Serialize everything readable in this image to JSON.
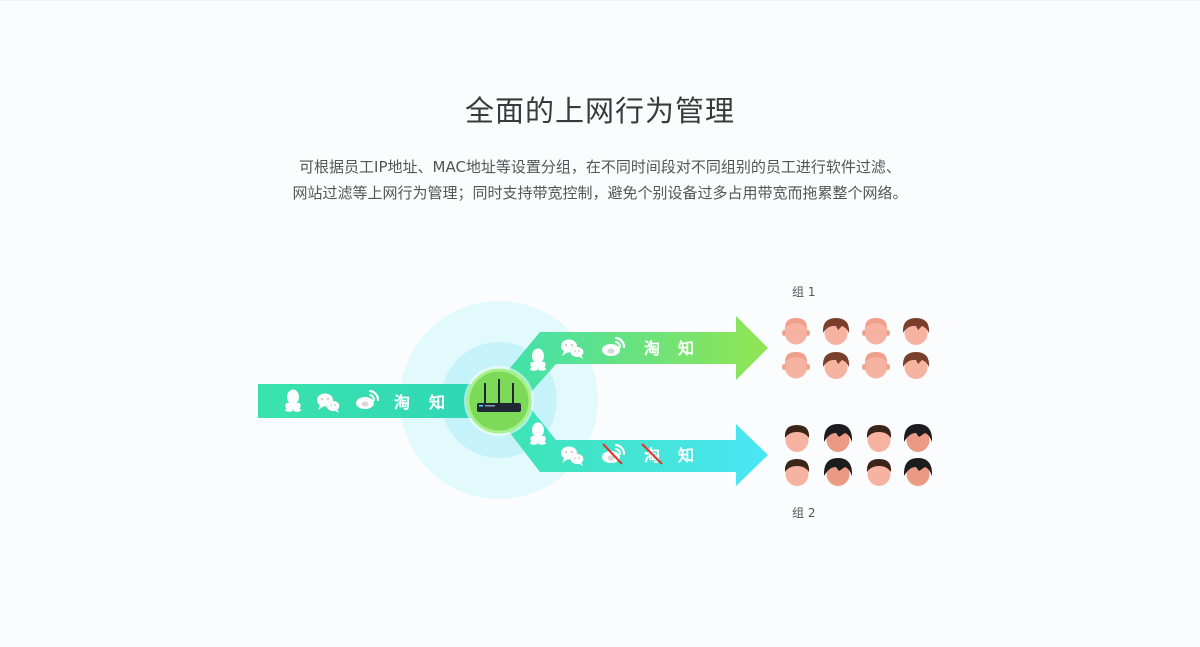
{
  "title": "全面的上网行为管理",
  "description": {
    "line1": "可根据员工IP地址、MAC地址等设置分组，在不同时间段对不同组别的员工进行软件过滤、",
    "line2": "网站过滤等上网行为管理；同时支持带宽控制，避免个别设备过多占用带宽而拖累整个网络。"
  },
  "diagram": {
    "group1_label": "组 1",
    "group2_label": "组 2",
    "app_taobao": "淘",
    "app_zhihu": "知",
    "input_apps": [
      "qq-icon",
      "wechat-icon",
      "weibo-icon",
      "taobao",
      "zhihu"
    ],
    "group1_apps": [
      "qq-icon",
      "wechat-icon",
      "weibo-icon",
      "taobao",
      "zhihu"
    ],
    "group2_apps": [
      "qq-icon",
      "wechat-icon",
      "weibo-blocked-icon",
      "taobao-blocked",
      "zhihu"
    ],
    "colors": {
      "input_arrow": "#3ee3a8",
      "group1_arrow": "#86e45a",
      "group2_arrow": "#48e6f0",
      "router_ring": "#7ed957",
      "blocked": "#e5322d",
      "halo": "#d9f8fc"
    }
  }
}
